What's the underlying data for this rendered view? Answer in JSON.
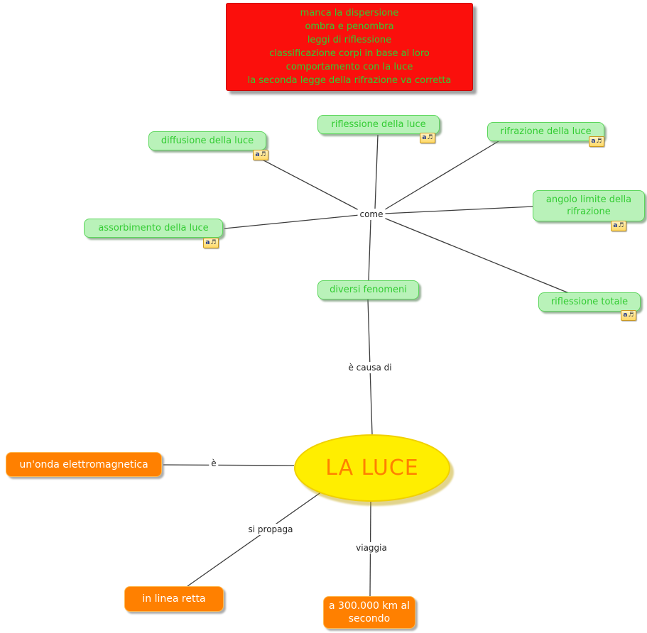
{
  "note": {
    "bg_color": "#fb0f0c",
    "text_color": "#33cc33",
    "lines": [
      "manca la dispersione",
      "ombra e penombra",
      "leggi di riflessione",
      "classificazione corpi in base al loro",
      "comportamento con la luce",
      "la seconda legge della rifrazione va corretta"
    ]
  },
  "center_node": {
    "label": "LA LUCE",
    "fill_color": "#ffee00",
    "text_color": "#ff8000"
  },
  "concepts": [
    {
      "label": "riflessione della luce",
      "has_resource_icon": true
    },
    {
      "label": "diffusione della luce",
      "has_resource_icon": true
    },
    {
      "label": "rifrazione della luce",
      "has_resource_icon": true
    },
    {
      "label": "angolo limite della rifrazione",
      "has_resource_icon": true
    },
    {
      "label": "assorbimento della luce",
      "has_resource_icon": true
    },
    {
      "label": "diversi fenomeni",
      "has_resource_icon": false
    },
    {
      "label": "riflessione totale",
      "has_resource_icon": true
    }
  ],
  "facts": [
    {
      "label": "un'onda elettromagnetica"
    },
    {
      "label": "in linea retta"
    },
    {
      "label": "a 300.000 km al secondo"
    }
  ],
  "link_labels": [
    {
      "text": "come"
    },
    {
      "text": "è causa di"
    },
    {
      "text": "è"
    },
    {
      "text": "si propaga"
    },
    {
      "text": "viaggia"
    }
  ],
  "resource_icon": {
    "letter": "a",
    "glyph": "♬"
  },
  "colors": {
    "concept_bg": "#b9f2b9",
    "concept_text": "#33cc33",
    "fact_bg": "#ff8000",
    "fact_text": "#ffffff",
    "note_bg": "#fb0f0c",
    "note_text": "#33cc33",
    "line": "#3c3c3c"
  }
}
